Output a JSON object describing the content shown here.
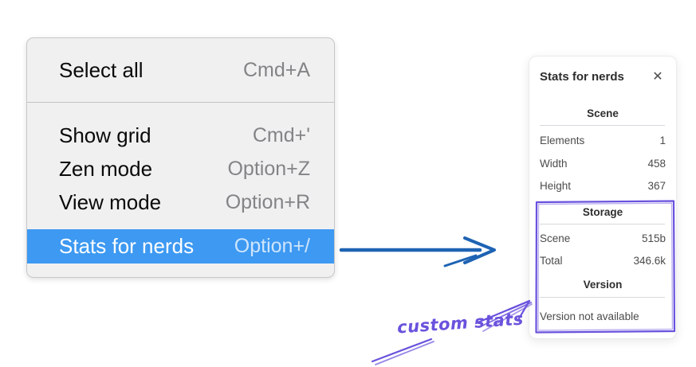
{
  "context_menu": {
    "selection_color": "#3d99f2",
    "items": [
      {
        "label": "Select all",
        "shortcut": "Cmd+A"
      },
      {
        "label": "Show grid",
        "shortcut": "Cmd+'"
      },
      {
        "label": "Zen mode",
        "shortcut": "Option+Z"
      },
      {
        "label": "View mode",
        "shortcut": "Option+R"
      },
      {
        "label": "Stats for nerds",
        "shortcut": "Option+/"
      }
    ]
  },
  "stats_panel": {
    "title": "Stats for nerds",
    "close_glyph": "✕",
    "sections": [
      {
        "header": "Scene",
        "rows": [
          {
            "label": "Elements",
            "value": "1"
          },
          {
            "label": "Width",
            "value": "458"
          },
          {
            "label": "Height",
            "value": "367"
          }
        ]
      },
      {
        "header": "Storage",
        "rows": [
          {
            "label": "Scene",
            "value": "515b"
          },
          {
            "label": "Total",
            "value": "346.6k"
          }
        ]
      },
      {
        "header": "Version",
        "message": "Version not available"
      }
    ]
  },
  "annotation": {
    "label": "custom stats",
    "color": "#6a52dd"
  },
  "arrow": {
    "color": "#1e63b3"
  }
}
